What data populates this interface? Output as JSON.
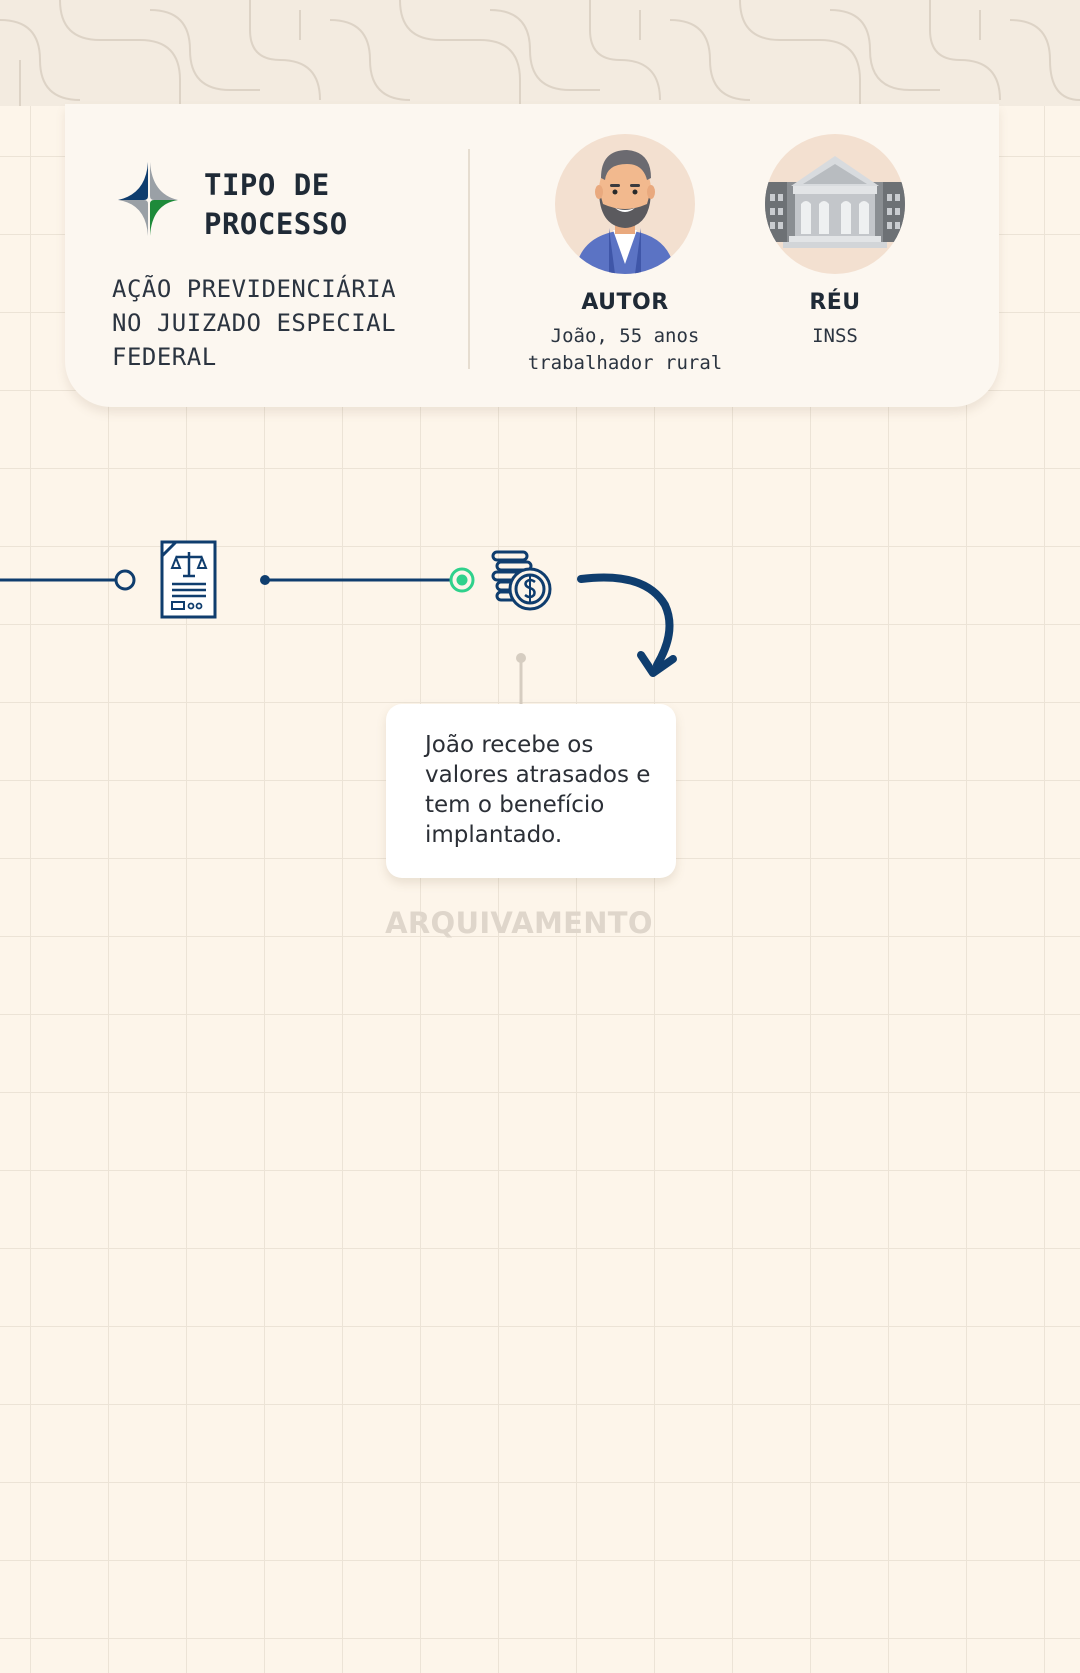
{
  "card": {
    "title": "TIPO DE PROCESSO",
    "description": "AÇÃO PREVIDENCIÁRIA NO JUIZADO ESPECIAL FEDERAL",
    "author": {
      "role": "AUTOR",
      "line1": "João, 55 anos",
      "line2": "trabalhador rural"
    },
    "defendant": {
      "role": "RÉU",
      "line1": "INSS"
    }
  },
  "timeline": {
    "icons": [
      "legal-document-icon",
      "coins-money-icon"
    ],
    "callout_text": "João recebe os valores atrasados e tem o benefício implantado.",
    "stage_label": "ARQUIVAMENTO"
  },
  "colors": {
    "navy": "#0f3d6e",
    "active_green": "#2fd18c",
    "background": "#fdf5ea",
    "card": "#fcf7f0"
  }
}
